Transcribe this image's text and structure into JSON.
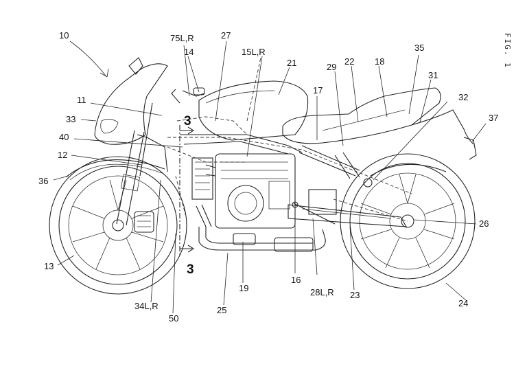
{
  "figure_label": "FIG. 1",
  "section_marks": [
    "3",
    "3"
  ],
  "callouts": [
    "10",
    "75L,R",
    "27",
    "14",
    "15L,R",
    "21",
    "29",
    "22",
    "18",
    "35",
    "31",
    "32",
    "37",
    "11",
    "17",
    "33",
    "40",
    "12",
    "36",
    "26",
    "13",
    "16",
    "28L,R",
    "23",
    "24",
    "34L,R",
    "50",
    "25",
    "19"
  ]
}
